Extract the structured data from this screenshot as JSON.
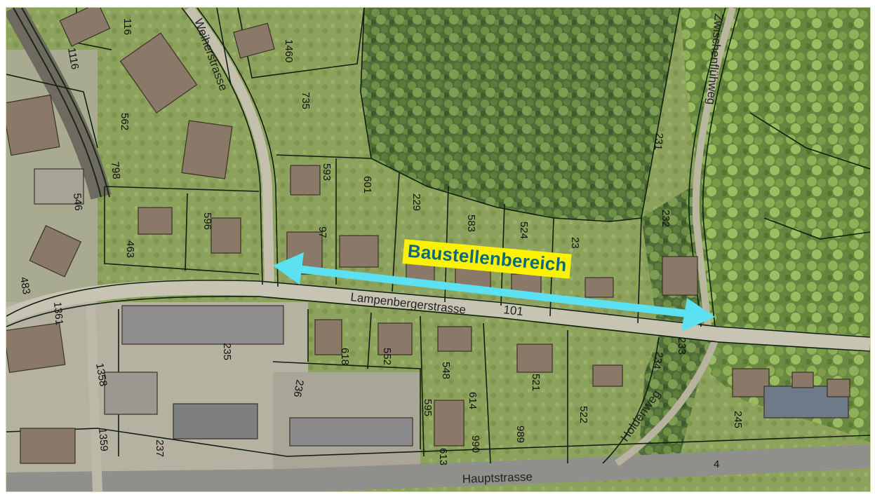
{
  "banner": {
    "label": "Baustellenbereich",
    "bg": "#fff200",
    "fg": "#0b6b7a"
  },
  "arrow": {
    "color": "#5ce1f2",
    "style": "double-headed"
  },
  "streets": {
    "lampenberger": "Lampenbergerstrasse",
    "lampenberger_no": "101",
    "haupt": "Hauptstrasse",
    "weiher": "Weiherstrasse",
    "zwischen": "Zwischenflühweg",
    "holden": "Holdenweg"
  },
  "parcels": {
    "p1460": "1460",
    "p735": "735",
    "p116": "116",
    "p1116": "1116",
    "p562": "562",
    "p798": "798",
    "p546": "546",
    "p463": "463",
    "p596": "596",
    "p97": "97",
    "p593": "593",
    "p601": "601",
    "p229": "229",
    "p583": "583",
    "p524": "524",
    "p23": "23",
    "p231": "231",
    "p232": "232",
    "p483": "483",
    "p1361": "1361",
    "p235": "235",
    "p618": "618",
    "p552": "552",
    "p548": "548",
    "p521": "521",
    "p233": "233",
    "p234": "234",
    "p522": "522",
    "p245": "245",
    "p1358": "1358",
    "p1359": "1359",
    "p237": "237",
    "p236": "236",
    "p595": "595",
    "p614": "614",
    "p613": "613",
    "p990": "990",
    "p989": "989",
    "p4": "4"
  }
}
